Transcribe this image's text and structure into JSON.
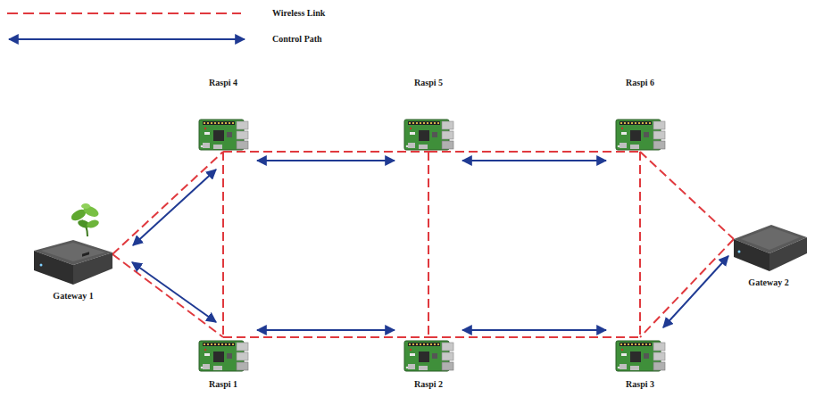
{
  "diagram": {
    "nodes": [
      {
        "text": [
          "Raspi 4"
        ]
      },
      {
        "text": [
          "Raspi 5"
        ]
      },
      {
        "text": [
          "Raspi 6"
        ]
      },
      {
        "text": [
          "Gateway 1"
        ]
      },
      {
        "text": [
          "Gateway 2"
        ]
      },
      {
        "text": [
          "Raspi 1"
        ]
      },
      {
        "text": [
          "Raspi 2"
        ]
      },
      {
        "text": [
          "Raspi 3"
        ]
      }
    ],
    "edges": [
      {
        "from": 3,
        "to": 0,
        "arrow": "none"
      },
      {
        "from": 3,
        "to": 5,
        "arrow": "none"
      },
      {
        "from": 0,
        "to": 1,
        "arrow": "none"
      },
      {
        "from": 1,
        "to": 2,
        "arrow": "none"
      },
      {
        "from": 0,
        "to": 5,
        "arrow": "none"
      },
      {
        "from": 1,
        "to": 6,
        "arrow": "none"
      },
      {
        "from": 2,
        "to": 7,
        "arrow": "none"
      },
      {
        "from": 2,
        "to": 4,
        "arrow": "none"
      },
      {
        "from": 4,
        "to": 7,
        "arrow": "none"
      },
      {
        "from": 5,
        "to": 6,
        "arrow": "none"
      },
      {
        "from": 6,
        "to": 7,
        "arrow": "none"
      },
      {
        "from": 3,
        "to": 0,
        "arrow": "both"
      },
      {
        "from": 3,
        "to": 5,
        "arrow": "both"
      },
      {
        "from": 0,
        "to": 1,
        "arrow": "both"
      },
      {
        "from": 1,
        "to": 2,
        "arrow": "both"
      },
      {
        "from": 5,
        "to": 6,
        "arrow": "both"
      },
      {
        "from": 6,
        "to": 7,
        "arrow": "both"
      },
      {
        "from": 4,
        "to": 7,
        "arrow": "both"
      }
    ],
    "legend": [
      {
        "text": "Wireless Link"
      },
      {
        "text": "Control Path"
      }
    ]
  }
}
